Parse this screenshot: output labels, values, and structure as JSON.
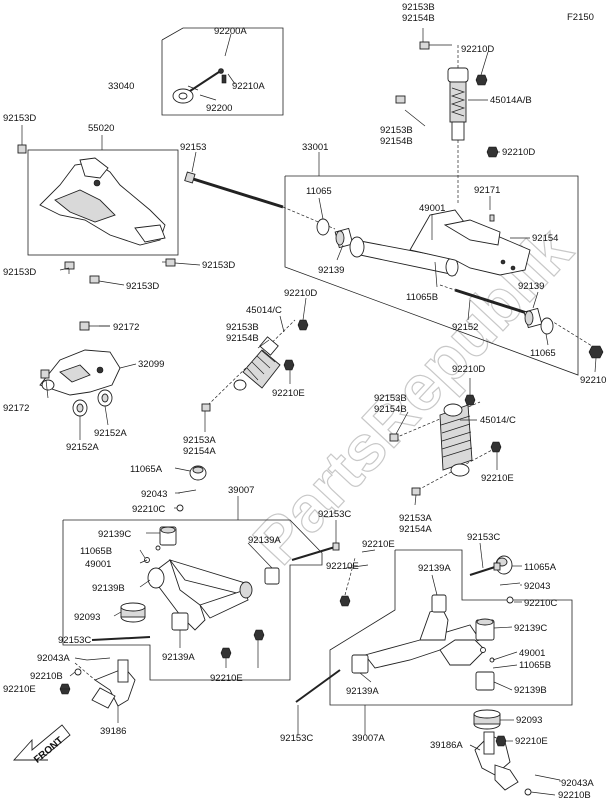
{
  "figure_code": "F2150",
  "watermark": "PartsRepublik",
  "front_label": "FRONT",
  "labels": {
    "l_92153b_top": "92153B",
    "l_92154b_top": "92154B",
    "l_92210d_top": "92210D",
    "l_45014ab": "45014A/B",
    "l_92153b_2": "92153B",
    "l_92154b_2": "92154B",
    "l_92210d_2": "92210D",
    "l_92200a": "92200A",
    "l_33040": "33040",
    "l_92210a": "92210A",
    "l_92200": "92200",
    "l_92153d_1": "92153D",
    "l_55020": "55020",
    "l_92153": "92153",
    "l_33001": "33001",
    "l_11065_a": "11065",
    "l_49001_a": "49001",
    "l_92171": "92171",
    "l_92154": "92154",
    "l_92139_a": "92139",
    "l_11065b_a": "11065B",
    "l_92139_b": "92139",
    "l_92152": "92152",
    "l_11065_b": "11065",
    "l_92210": "92210",
    "l_92153d_2": "92153D",
    "l_92153d_3": "92153D",
    "l_92153d_4": "92153D",
    "l_92210d_3": "92210D",
    "l_45014c_a": "45014/C",
    "l_92172_a": "92172",
    "l_92153b_3": "92153B",
    "l_92154b_3": "92154B",
    "l_32099": "32099",
    "l_92210e_a": "92210E",
    "l_92172_b": "92172",
    "l_92152a_a": "92152A",
    "l_92152a_b": "92152A",
    "l_92153a_a": "92153A",
    "l_92154a_a": "92154A",
    "l_92210d_4": "92210D",
    "l_92153b_4": "92153B",
    "l_92154b_4": "92154B",
    "l_45014c_b": "45014/C",
    "l_11065a_a": "11065A",
    "l_92043_a": "92043",
    "l_92210c_a": "92210C",
    "l_92210e_b": "92210E",
    "l_39007": "39007",
    "l_92153a_b": "92153A",
    "l_92154a_b": "92154A",
    "l_92153c_a": "92153C",
    "l_92139c_a": "92139C",
    "l_11065b_b": "11065B",
    "l_49001_b": "49001",
    "l_92139b_a": "92139B",
    "l_92139a_a": "92139A",
    "l_92210e_c": "92210E",
    "l_92210e_d": "92210E",
    "l_92153c_b": "92153C",
    "l_11065a_b": "11065A",
    "l_92139a_b": "92139A",
    "l_92043_b": "92043",
    "l_92210c_b": "92210C",
    "l_92093_a": "92093",
    "l_92153c_c": "92153C",
    "l_92139a_c": "92139A",
    "l_92139c_b": "92139C",
    "l_92043a_a": "92043A",
    "l_92210b_a": "92210B",
    "l_92210e_e": "92210E",
    "l_92210e_f": "92210E",
    "l_49001_c": "49001",
    "l_11065b_c": "11065B",
    "l_92139a_d": "92139A",
    "l_92139b_b": "92139B",
    "l_39186": "39186",
    "l_92153c_d": "92153C",
    "l_39007a": "39007A",
    "l_92093_b": "92093",
    "l_39186a": "39186A",
    "l_92210e_g": "92210E",
    "l_92043a_b": "92043A",
    "l_92210b_b": "92210B"
  }
}
